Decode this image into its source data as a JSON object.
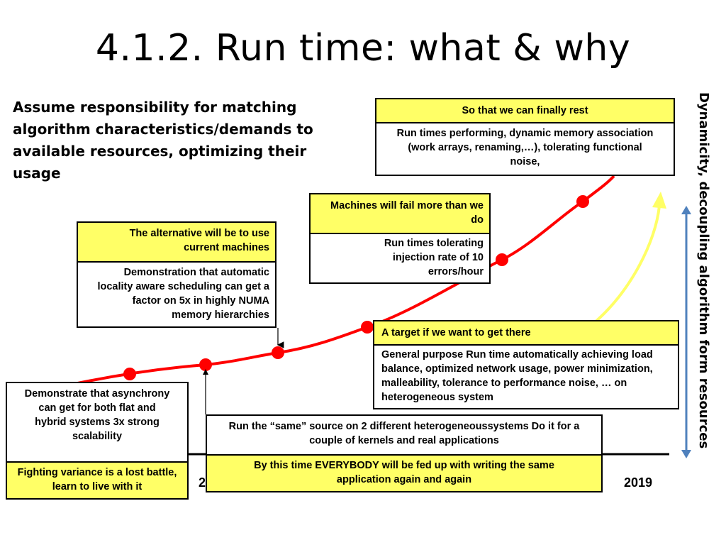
{
  "title": "4.1.2. Run time: what & why",
  "intro": "Assume responsibility for matching algorithm characteristics/demands to available resources, optimizing their usage",
  "vertical_label": "Dynamicity, decoupling algorithm form resources",
  "timeline": {
    "start_label": "2",
    "end_label": "2019"
  },
  "boxes": {
    "finally_rest": {
      "header": "So that we can finally rest",
      "body": "Run times performing, dynamic memory association (work arrays, renaming,…), tolerating functional noise,"
    },
    "machines_fail": {
      "header": "Machines will fail more than we do",
      "body": "Run times tolerating injection rate of 10 errors/hour"
    },
    "alternative": {
      "header": "The alternative will be to use current machines",
      "body": "Demonstration that automatic locality aware scheduling can get a factor on 5x in highly NUMA memory hierarchies"
    },
    "target": {
      "header": "A target if we want to get there",
      "body": "General purpose Run time automatically achieving load balance, optimized network usage, power minimization, malleability, tolerance to performance noise, … on heterogeneous system"
    },
    "asynchrony": {
      "body": "Demonstrate that asynchrony can get for both flat and hybrid systems 3x strong scalability",
      "footer": "Fighting variance is a lost battle, learn to live with it"
    },
    "same_source": {
      "body": "Run the  “same” source on 2 different heterogeneoussystems Do it for a couple of kernels and real applications",
      "footer": "By this time EVERYBODY will be fed up with writing the same application again and again"
    }
  },
  "colors": {
    "curve": "#ff0000",
    "marker": "#ff0000",
    "highlight": "#ffff66",
    "arrow_yellow": "#ffff66",
    "axis_arrow": "#4f81bd"
  }
}
